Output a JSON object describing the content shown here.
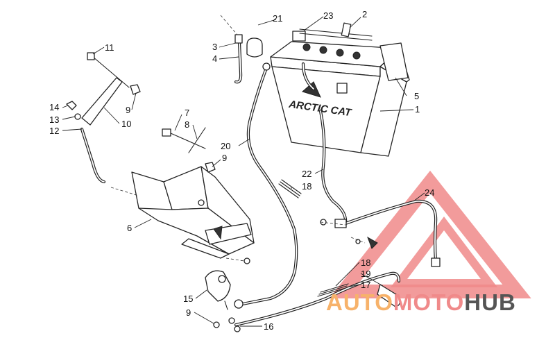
{
  "brand_label": "ARCTIC CAT",
  "watermark": {
    "part1": "AUTO",
    "part2": "MOTO",
    "part3": "HUB",
    "color1": "#f7b26a",
    "color2": "#f08a8a",
    "color3": "#555555"
  },
  "callouts": [
    {
      "id": "c1",
      "label": "1"
    },
    {
      "id": "c2",
      "label": "2"
    },
    {
      "id": "c3",
      "label": "3"
    },
    {
      "id": "c4",
      "label": "4"
    },
    {
      "id": "c5",
      "label": "5"
    },
    {
      "id": "c6",
      "label": "6"
    },
    {
      "id": "c7",
      "label": "7"
    },
    {
      "id": "c8",
      "label": "8"
    },
    {
      "id": "c9a",
      "label": "9"
    },
    {
      "id": "c9b",
      "label": "9"
    },
    {
      "id": "c9c",
      "label": "9"
    },
    {
      "id": "c10",
      "label": "10"
    },
    {
      "id": "c11",
      "label": "11"
    },
    {
      "id": "c12",
      "label": "12"
    },
    {
      "id": "c13",
      "label": "13"
    },
    {
      "id": "c14",
      "label": "14"
    },
    {
      "id": "c15",
      "label": "15"
    },
    {
      "id": "c16",
      "label": "16"
    },
    {
      "id": "c17",
      "label": "17"
    },
    {
      "id": "c18a",
      "label": "18"
    },
    {
      "id": "c18b",
      "label": "18"
    },
    {
      "id": "c19",
      "label": "19"
    },
    {
      "id": "c20",
      "label": "20"
    },
    {
      "id": "c21",
      "label": "21"
    },
    {
      "id": "c22",
      "label": "22"
    },
    {
      "id": "c23",
      "label": "23"
    },
    {
      "id": "c24",
      "label": "24"
    }
  ]
}
